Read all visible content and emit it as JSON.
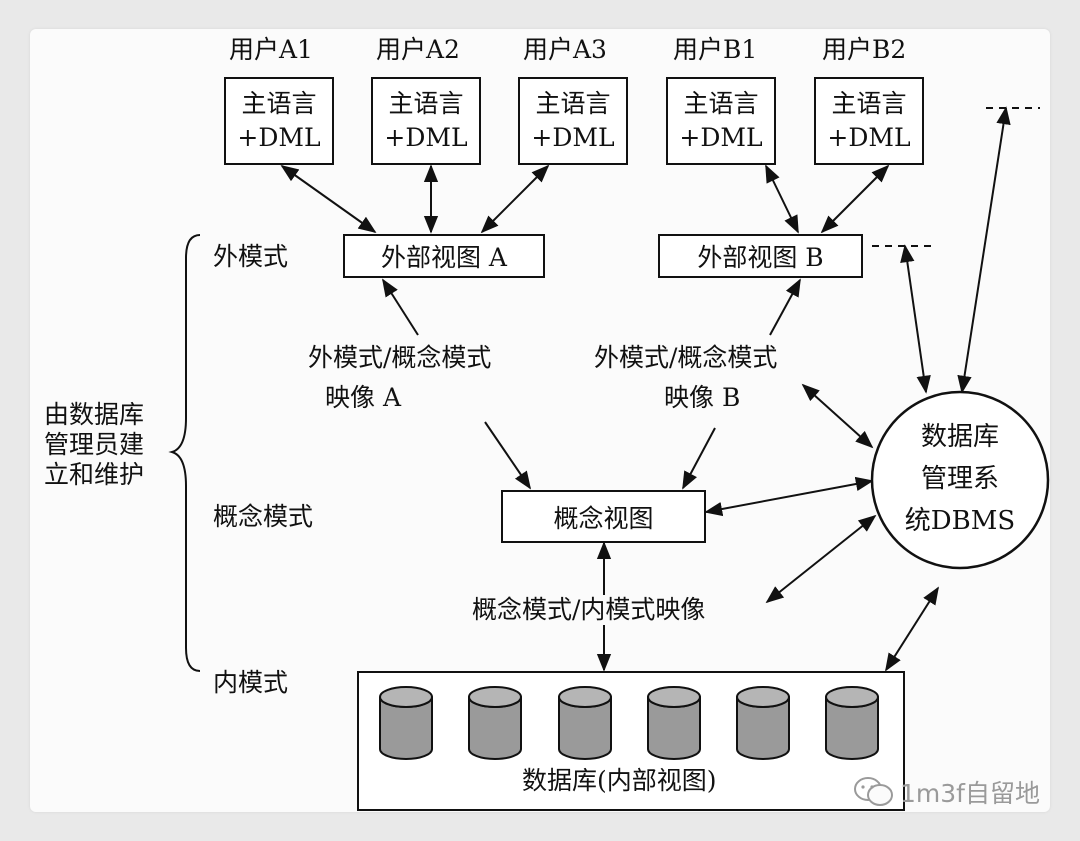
{
  "users": [
    {
      "label": "用户A1",
      "line1": "主语言",
      "line2": "+DML"
    },
    {
      "label": "用户A2",
      "line1": "主语言",
      "line2": "+DML"
    },
    {
      "label": "用户A3",
      "line1": "主语言",
      "line2": "+DML"
    },
    {
      "label": "用户B1",
      "line1": "主语言",
      "line2": "+DML"
    },
    {
      "label": "用户B2",
      "line1": "主语言",
      "line2": "+DML"
    }
  ],
  "levels": {
    "external": "外模式",
    "conceptual": "概念模式",
    "internal": "内模式",
    "maintainer": [
      "由数据库",
      "管理员建",
      "立和维护"
    ]
  },
  "views": {
    "external_a": "外部视图 A",
    "external_b": "外部视图 B",
    "conceptual": "概念视图",
    "database": "数据库(内部视图)"
  },
  "mappings": {
    "a_line1": "外模式/概念模式",
    "a_line2": "映像 A",
    "b_line1": "外模式/概念模式",
    "b_line2": "映像 B",
    "internal": "概念模式/内模式映像"
  },
  "dbms": [
    "数据库",
    "管理系",
    "统DBMS"
  ],
  "watermark": "1m3f自留地",
  "colors": {
    "ink": "#111111",
    "cylinder": "#9a9a9a",
    "watermark": "#9a9a9a"
  }
}
